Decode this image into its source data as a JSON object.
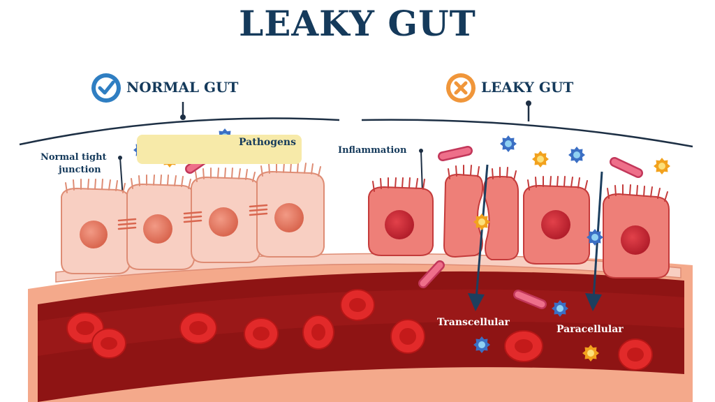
{
  "title": "LEAKY GUT",
  "panels": {
    "normal": {
      "heading": "NORMAL GUT",
      "status_icon": "check-icon",
      "status_color": "#2f7ec2"
    },
    "leaky": {
      "heading": "LEAKY GUT",
      "status_icon": "x-icon",
      "status_color": "#f0963a"
    }
  },
  "labels": {
    "tight_junction_line1": "Normal tight",
    "tight_junction_line2": "junction",
    "pathogens": "Pathogens",
    "inflammation": "Inflammation",
    "transcellular": "Transcellular",
    "paracellular": "Paracellular"
  },
  "colors": {
    "title": "#153a5b",
    "normal_cell": "#f8cfc2",
    "inflamed_cell": "#ee7f78",
    "blood_vessel": "#8e1414",
    "red_blood_cell": "#e22a2a",
    "pathogen_tag": "#f7eaa9"
  }
}
